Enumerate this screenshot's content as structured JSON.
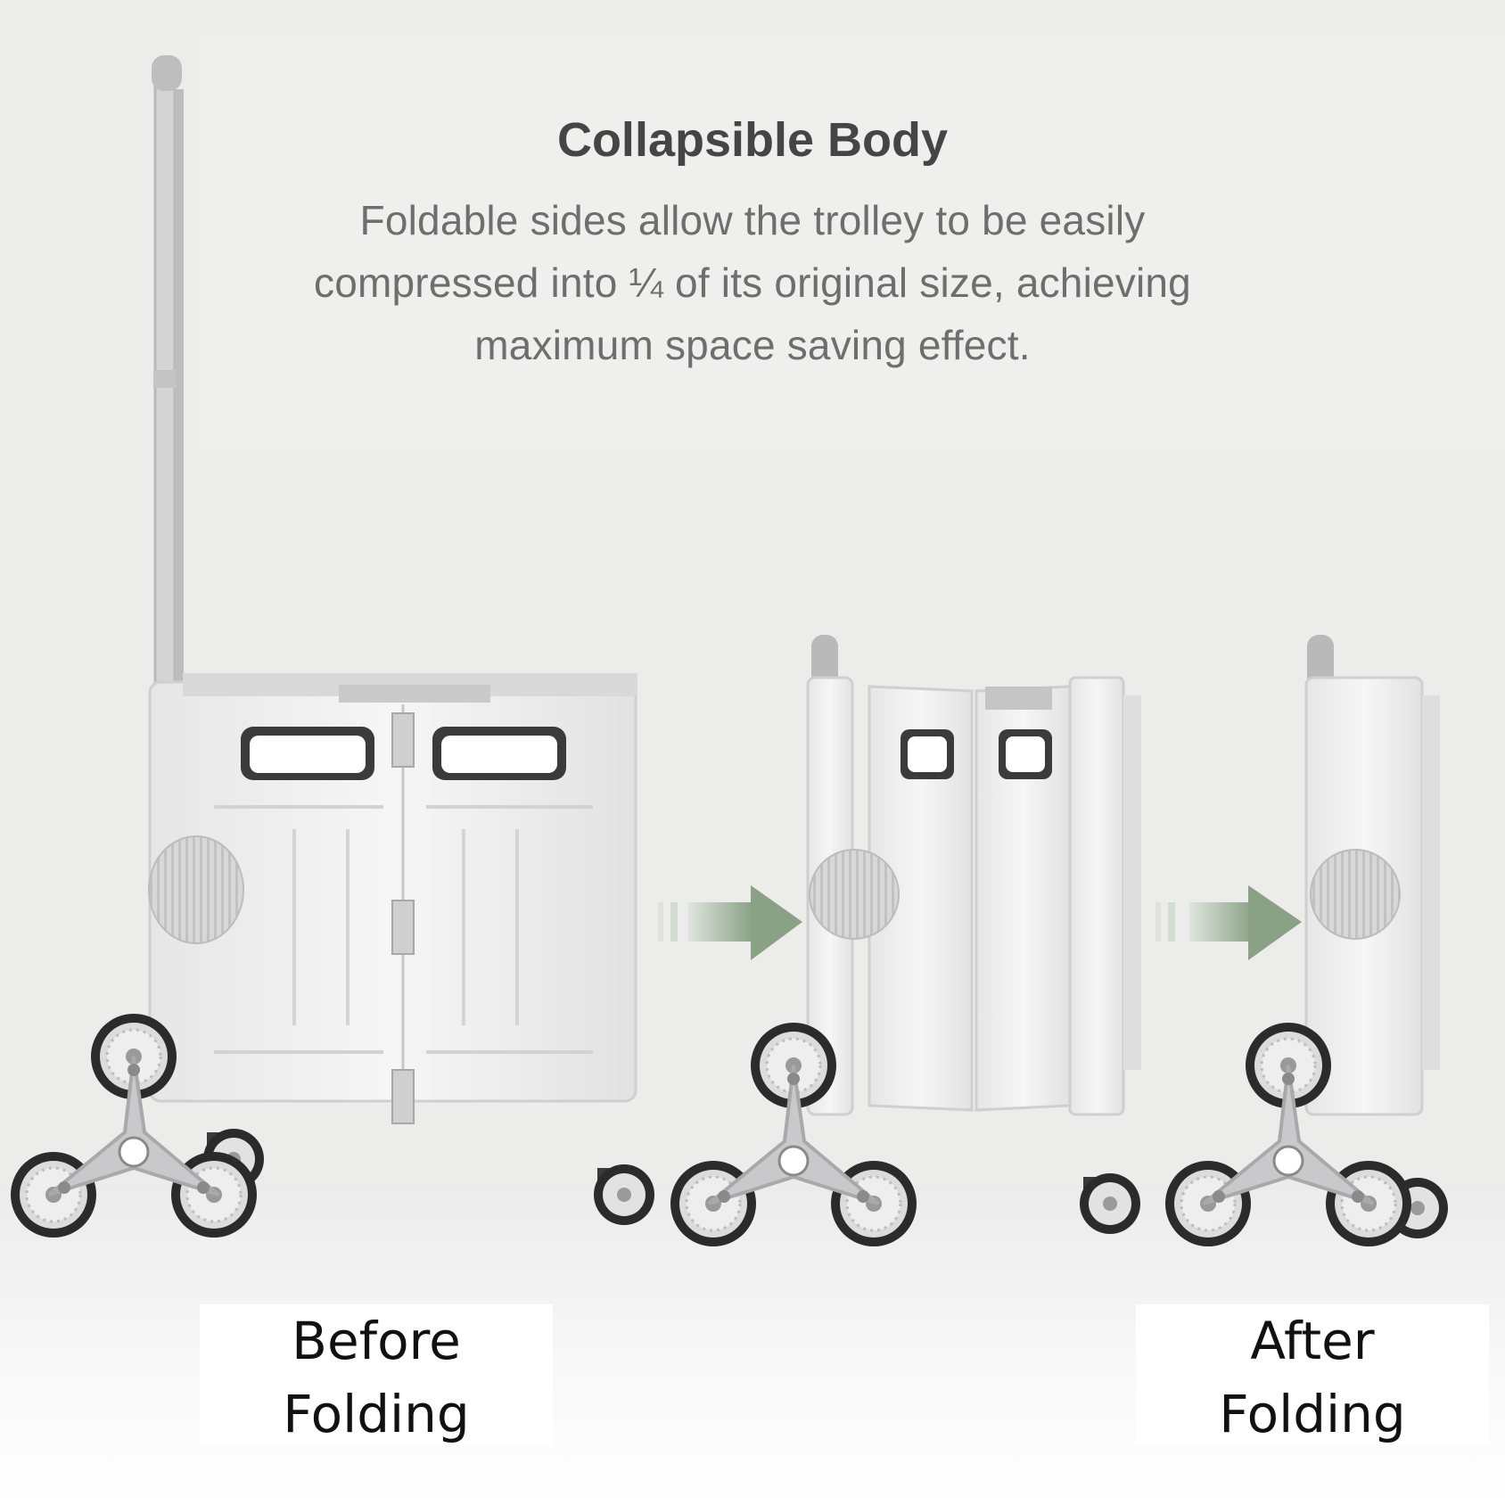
{
  "heading": {
    "title": "Collapsible Body",
    "description_lines": [
      "Foldable sides allow the trolley to be easily",
      "compressed into ¼ of its original size, achieving",
      "maximum space saving effect."
    ]
  },
  "labels": {
    "before": [
      "Before",
      "Folding"
    ],
    "after": [
      "After",
      "Folding"
    ]
  },
  "colors": {
    "background": "#ececeb",
    "cart_body": "#f2f2f2",
    "cart_outline": "#cfcfcf",
    "wheel_tire": "#2a2a2a",
    "arrow": "#8fa58b",
    "title_text": "#454545",
    "body_text": "#6e6e6e"
  },
  "icons": [
    "right-arrow-icon",
    "right-arrow-icon"
  ]
}
